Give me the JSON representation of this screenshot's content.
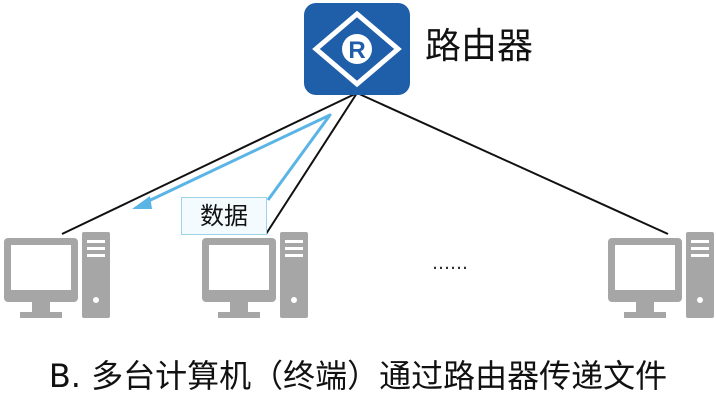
{
  "router": {
    "label": "路由器",
    "icon_letter": "R",
    "icon": "router-icon"
  },
  "data_tag": {
    "label": "数据"
  },
  "ellipsis": "……",
  "caption": "B. 多台计算机（终端）通过路由器传递文件",
  "computers": [
    {
      "icon": "computer-icon"
    },
    {
      "icon": "computer-icon"
    },
    {
      "icon": "computer-icon"
    }
  ],
  "colors": {
    "router_fill": "#1f5ea8",
    "computer_gray": "#a6a6a6",
    "line": "#111111",
    "data_arrow": "#5ab4e5",
    "data_box_border": "#9fd3e8"
  }
}
